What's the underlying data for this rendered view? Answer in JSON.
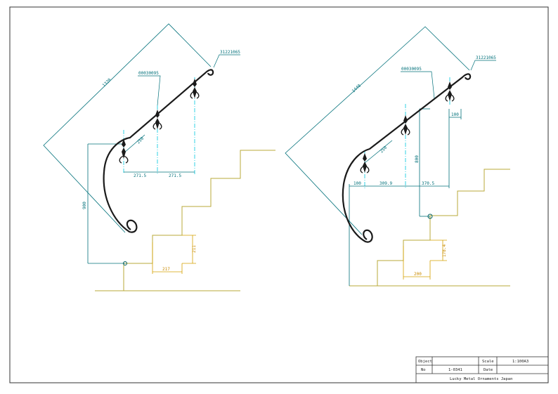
{
  "drawing_left": {
    "part_upper": "31221065",
    "part_post": "00030095",
    "diag_length": "1320",
    "post_spacing_1": "271.5",
    "post_spacing_2": "271.5",
    "height": "900",
    "small_dim": "250",
    "step_rise": "211",
    "step_run": "217"
  },
  "drawing_right": {
    "part_upper": "31221065",
    "part_post": "00030095",
    "diag_length": "1440",
    "offset_left": "100",
    "post_spacing_1": "309.9",
    "post_spacing_2": "370.5",
    "offset_right": "100",
    "height": "800",
    "small_dim": "250",
    "step_rise": "178.4",
    "step_run": "200"
  },
  "title_block": {
    "object_label": "Object",
    "object_value": "",
    "scale_label": "Scale",
    "scale_value": "1:100A3",
    "no_label": "No",
    "no_value": "1-0341",
    "date_label": "Date",
    "date_value": "",
    "company": "Lucky Metal Ornaments Japan"
  },
  "colors": {
    "frame": "#333333",
    "dimension": "#00707a",
    "center_line": "#00c8e0",
    "stairs": "#b8aa3a",
    "step_dim": "#d4a000",
    "rail": "#1a1a1a"
  }
}
